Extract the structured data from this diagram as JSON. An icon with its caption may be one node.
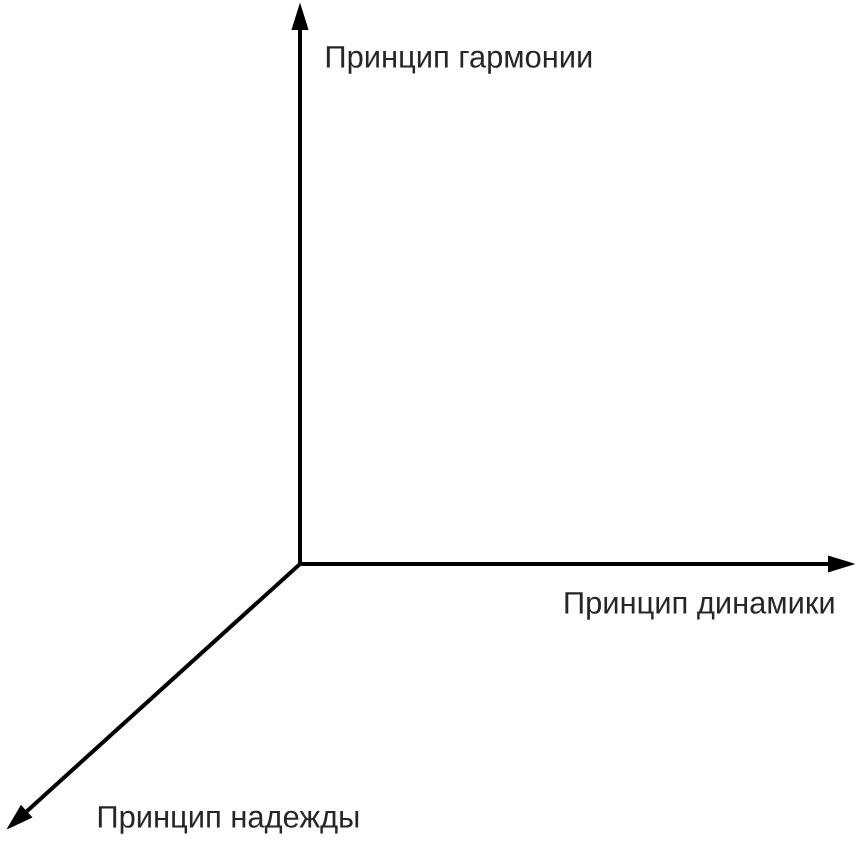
{
  "diagram": {
    "labels": [
      "Принцип гармонии",
      "Принцип динамики",
      "Принцип надежды"
    ]
  }
}
